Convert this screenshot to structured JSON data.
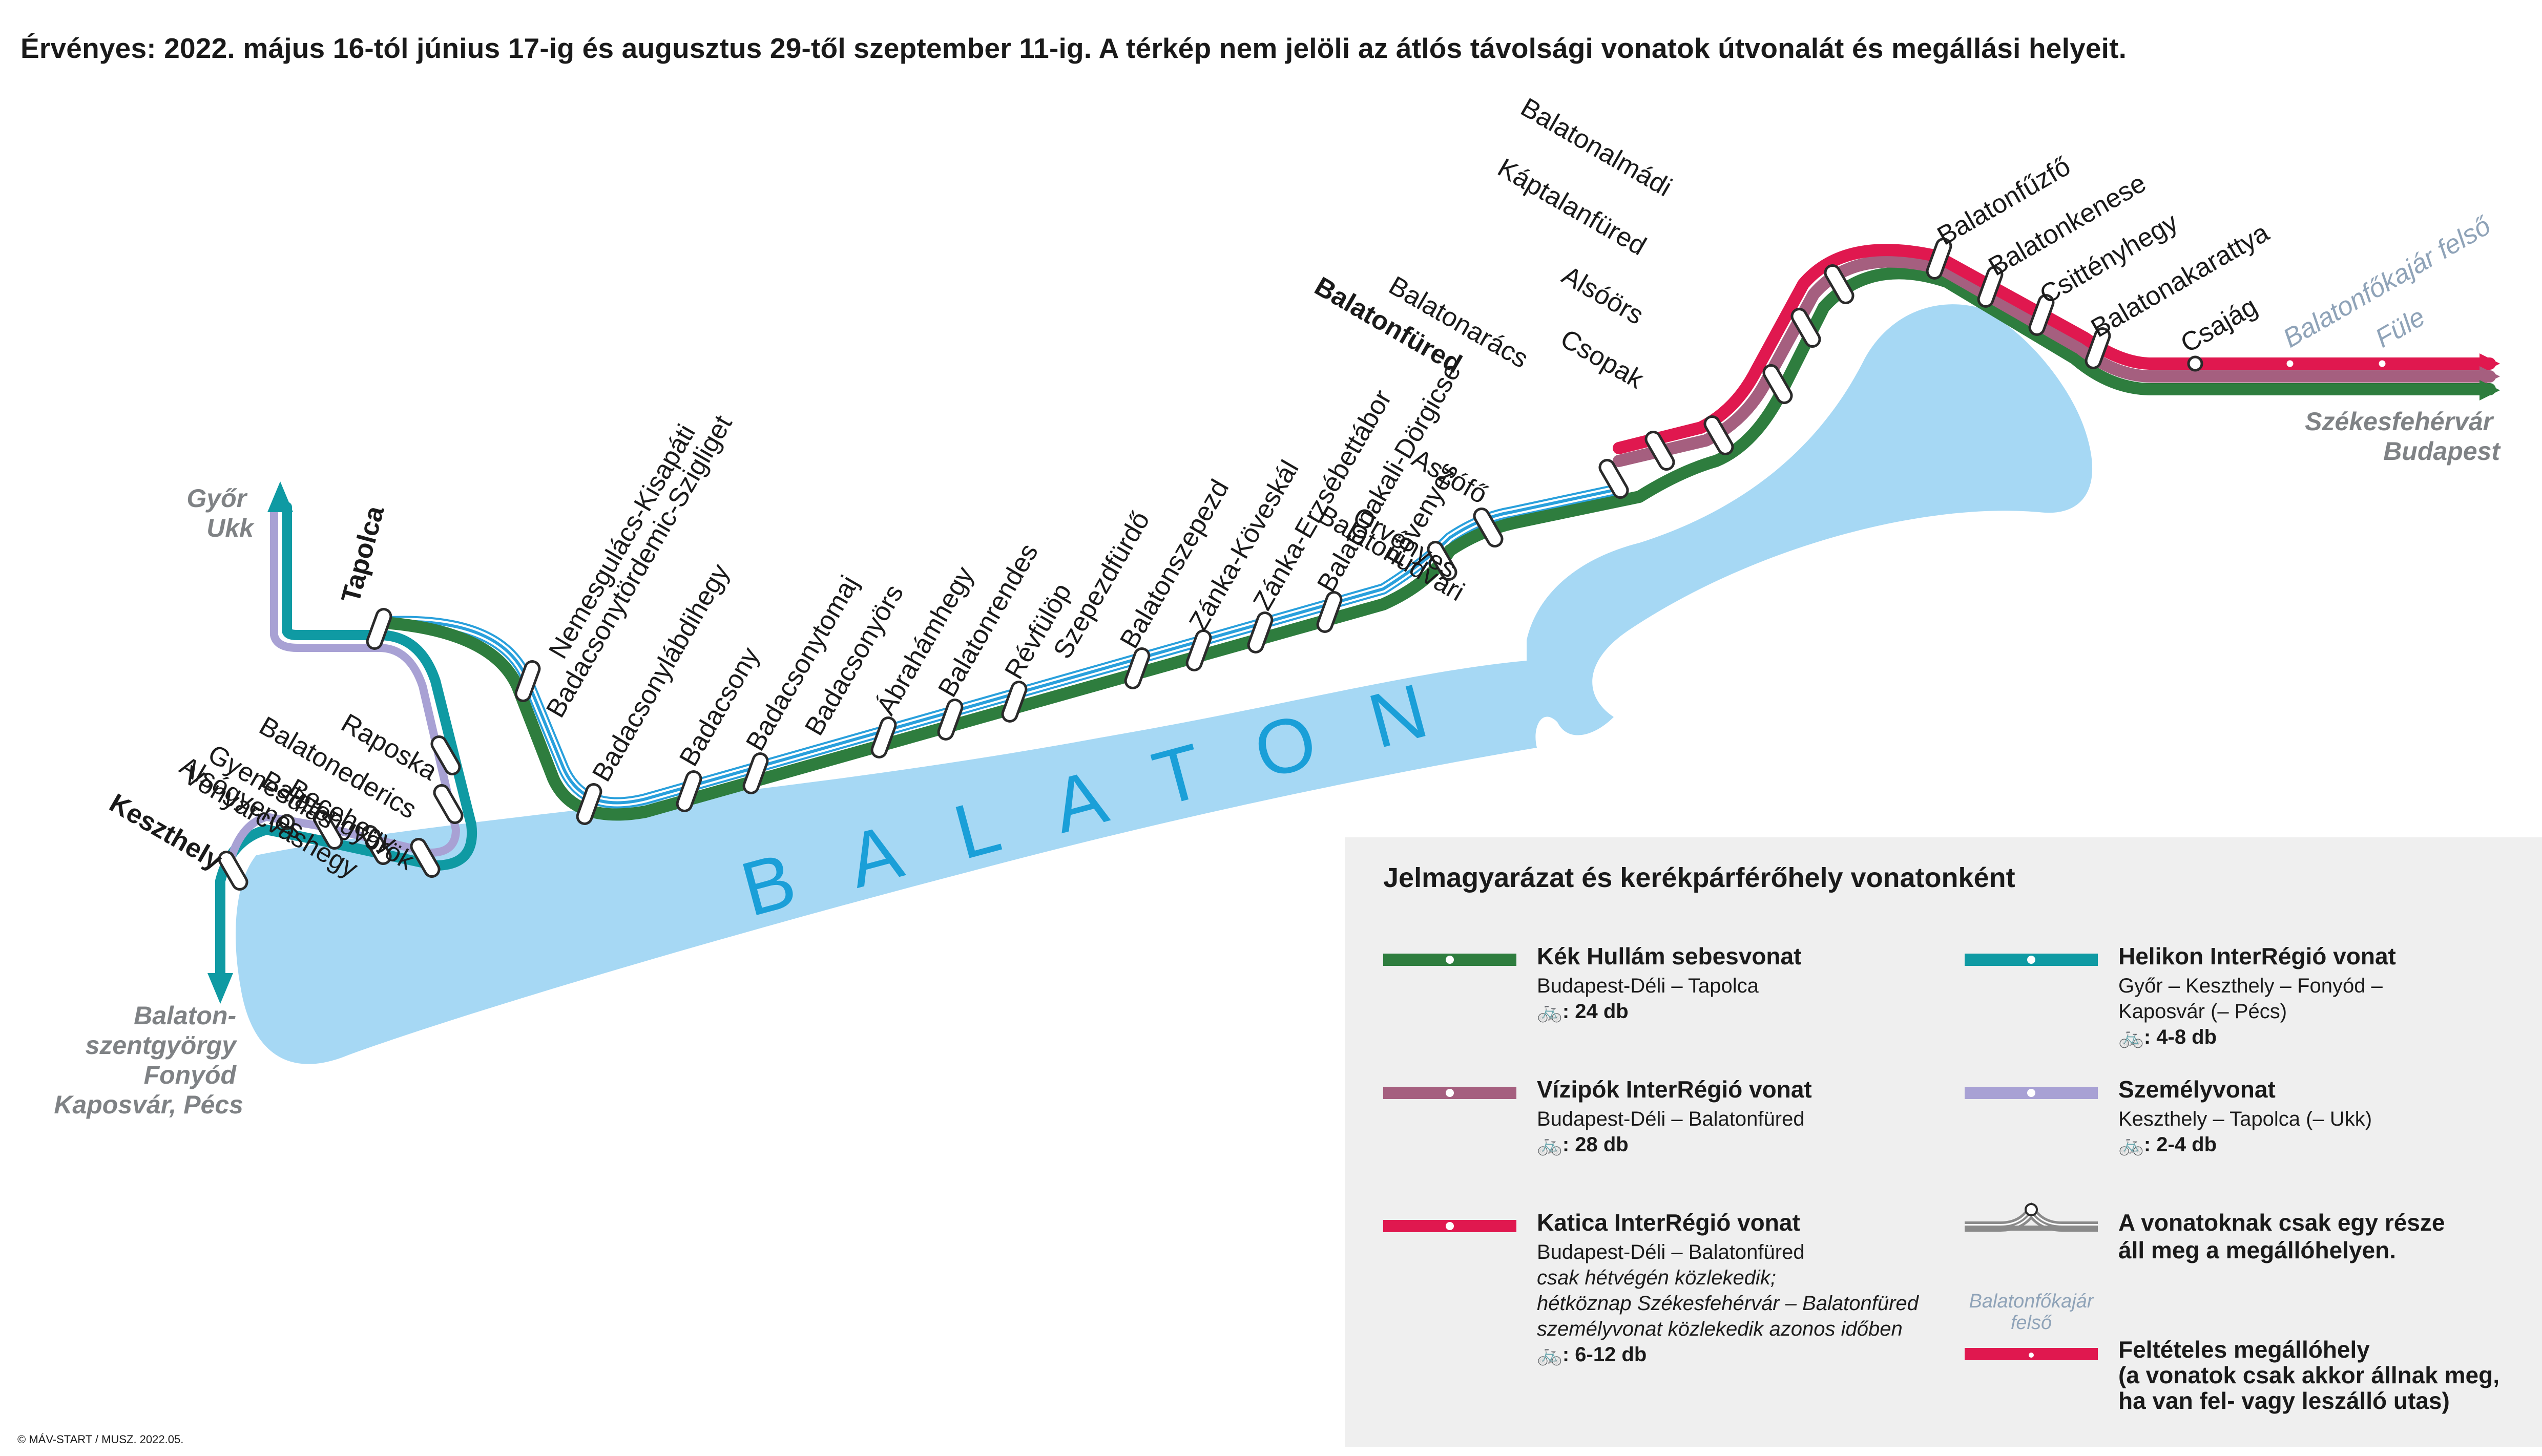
{
  "header": "Érvényes: 2022. május 16-tól június 17-ig és augusztus 29-től szeptember 11-ig. A térkép nem jelöli az átlós távolsági vonatok útvonalát és megállási helyeit.",
  "lake_label": "BALATON",
  "destinations": {
    "gyor": [
      "Győr",
      "Ukk"
    ],
    "balatonszentgyorgy": [
      "Balaton-",
      "szentgyörgy",
      "Fonyód",
      "Kaposvár, Pécs"
    ],
    "budapest": [
      "Székesfehérvár",
      "Budapest"
    ]
  },
  "stations": [
    {
      "id": "tapolca",
      "label": "Tapolca",
      "bold": true
    },
    {
      "id": "nemesgulacs",
      "label": "Nemesgulács-Kisapáti"
    },
    {
      "id": "badacsonytordemic",
      "label": "Badacsonytördemic-Szigliget"
    },
    {
      "id": "badacsonylabdihegy",
      "label": "Badacsonylábdihegy"
    },
    {
      "id": "badacsony",
      "label": "Badacsony"
    },
    {
      "id": "badacsonytomaj",
      "label": "Badacsonytomaj"
    },
    {
      "id": "badacsonyors",
      "label": "Badacsonyörs"
    },
    {
      "id": "abrahamhegy",
      "label": "Ábrahámhegy"
    },
    {
      "id": "balatonrendes",
      "label": "Balatonrendes"
    },
    {
      "id": "revfulop",
      "label": "Révfülöp"
    },
    {
      "id": "szepezdfurdo",
      "label": "Szepezdfürdő"
    },
    {
      "id": "balatonszepezd",
      "label": "Balatonszepezd"
    },
    {
      "id": "zankakoveskal",
      "label": "Zánka-Köveskál"
    },
    {
      "id": "zankaerzsebettabor",
      "label": "Zánka-Erzsébettábor"
    },
    {
      "id": "balatonakali",
      "label": "Balatonakali-Dörgicse"
    },
    {
      "id": "fovenyes",
      "label": "Fövenyes"
    },
    {
      "id": "orvenyes",
      "label": "Örvényes"
    },
    {
      "id": "balatonudvari",
      "label": "Balatonudvari"
    },
    {
      "id": "aszofo",
      "label": "Aszófő"
    },
    {
      "id": "balatonfured",
      "label": "Balatonfüred",
      "bold": true
    },
    {
      "id": "balatonaracs",
      "label": "Balatonarács"
    },
    {
      "id": "csopak",
      "label": "Csopak"
    },
    {
      "id": "alsoors",
      "label": "Alsóörs"
    },
    {
      "id": "kaptalanfured",
      "label": "Káptalanfüred"
    },
    {
      "id": "balatonalmadi",
      "label": "Balatonalmádi"
    },
    {
      "id": "balatonfuzfo",
      "label": "Balatonfűzfő"
    },
    {
      "id": "balatonkenese",
      "label": "Balatonkenese"
    },
    {
      "id": "csittenyhegy",
      "label": "Csittényhegy"
    },
    {
      "id": "balatonakarattya",
      "label": "Balatonakarattya"
    },
    {
      "id": "csajag",
      "label": "Csajág"
    },
    {
      "id": "balatonfokajar",
      "label": "Balatonfőkajár felső",
      "conditional": true
    },
    {
      "id": "fule",
      "label": "Füle",
      "conditional": true
    },
    {
      "id": "raposka",
      "label": "Raposka"
    },
    {
      "id": "balatonederics",
      "label": "Balatonederics"
    },
    {
      "id": "becehegy",
      "label": "Becehegy"
    },
    {
      "id": "gyenesdias",
      "label": "Gyenesdiás"
    },
    {
      "id": "alsogyenes",
      "label": "Alsógyenes"
    },
    {
      "id": "keszthely",
      "label": "Keszthely",
      "bold": true
    },
    {
      "id": "balatongyorok",
      "label": "Balatongyörök"
    },
    {
      "id": "vonyarcvashegy",
      "label": "Vonyarcvashegy"
    }
  ],
  "legend": {
    "title": "Jelmagyarázat és kerékpárférőhely vonatonként",
    "items": [
      {
        "name": "Kék Hullám sebesvonat",
        "color": "#2e7d3e",
        "lines": [
          "Budapest-Déli – Tapolca"
        ],
        "bike": ": 24 db"
      },
      {
        "name": "Vízipók InterRégió vonat",
        "color": "#a55f7f",
        "lines": [
          "Budapest-Déli – Balatonfüred"
        ],
        "bike": ": 28 db"
      },
      {
        "name": "Katica InterRégió vonat",
        "color": "#e0184f",
        "lines": [
          "Budapest-Déli – Balatonfüred"
        ],
        "italic": [
          "csak hétvégén közlekedik;",
          "hétköznap Székesfehérvár – Balatonfüred",
          "személyvonat közlekedik azonos időben"
        ],
        "bike": ": 6-12 db"
      },
      {
        "name": "Helikon InterRégió vonat",
        "color": "#0f9aa3",
        "lines": [
          "Győr – Keszthely – Fonyód –",
          "Kaposvár (– Pécs)"
        ],
        "bike": ": 4-8 db"
      },
      {
        "name": "Személyvonat",
        "color": "#a8a1d4",
        "lines": [
          "Keszthely – Tapolca (– Ukk)"
        ],
        "bike": ": 2-4 db"
      },
      {
        "name": "A vonatoknak csak egy része",
        "name2": "áll meg a megállóhelyen.",
        "color": "#8a8a8a"
      },
      {
        "name": "Feltételes megállóhely",
        "name2": "(a vonatok csak akkor állnak meg,",
        "name3": "ha van fel- vagy leszálló utas)",
        "color": "#e0184f",
        "sample": "Balatonfőkajár felső"
      }
    ]
  },
  "copyright": "© MÁV-START / MUSZ. 2022.05.",
  "colors": {
    "lake": "#a6d8f4",
    "green": "#2e7d3e",
    "mauve": "#a55f7f",
    "red": "#e0184f",
    "teal": "#0f9aa3",
    "lilac": "#a8a1d4",
    "blue": "#29a0dc"
  }
}
